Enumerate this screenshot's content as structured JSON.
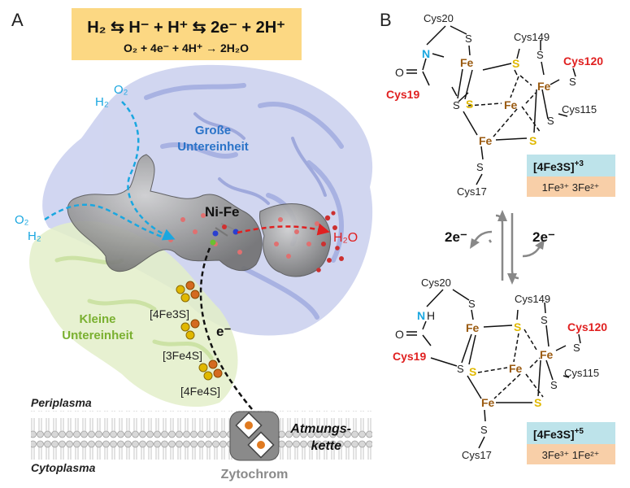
{
  "panel_a": {
    "letter": "A",
    "equation_line1": "H₂ ⇆ H⁻ + H⁺ ⇆ 2e⁻ + 2H⁺",
    "equation_line2": "O₂ + 4e⁻ + 4H⁺ → 2H₂O",
    "h2_top": "H₂",
    "o2_top": "O₂",
    "o2_left": "O₂",
    "h2_left": "H₂",
    "large_subunit_line1": "Große",
    "large_subunit_line2": "Untereinheit",
    "small_subunit_line1": "Kleine",
    "small_subunit_line2": "Untereinheit",
    "nife": "Ni-Fe",
    "water": "H₂O",
    "cluster1": "[4Fe3S]",
    "cluster2": "[3Fe4S]",
    "cluster3": "[4Fe4S]",
    "electron": "e⁻",
    "periplasm": "Periplasma",
    "cytoplasm": "Cytoplasma",
    "chain_line1": "Atmungs-",
    "chain_line2": "kette",
    "cytochrome": "Zytochrom"
  },
  "panel_b": {
    "letter": "B",
    "electrons_left": "2e⁻",
    "electrons_right": "2e⁻",
    "top": {
      "cys20": "Cys20",
      "cys149": "Cys149",
      "cys120": "Cys120",
      "cys19": "Cys19",
      "cys115": "Cys115",
      "cys17": "Cys17",
      "n": "N",
      "o": "O",
      "state": "[4Fe3S]",
      "charge": "+3",
      "oxidation": "1Fe³⁺ 3Fe²⁺"
    },
    "bottom": {
      "cys20": "Cys20",
      "cys149": "Cys149",
      "cys120": "Cys120",
      "cys19": "Cys19",
      "cys115": "Cys115",
      "cys17": "Cys17",
      "n": "N",
      "h": "H",
      "o": "O",
      "state": "[4Fe3S]",
      "charge": "+5",
      "oxidation": "3Fe³⁺ 1Fe²⁺"
    },
    "atom_fe": "Fe",
    "atom_s": "S"
  },
  "colors": {
    "cyan": "#1aa7e0",
    "red": "#e02020",
    "green": "#7ab030",
    "fe_brown": "#9a5a10",
    "s_yellow": "#e0b800",
    "equation_box": "#fcd883",
    "state_box": "#bde3ea",
    "oxidation_box": "#f8cfa8"
  }
}
